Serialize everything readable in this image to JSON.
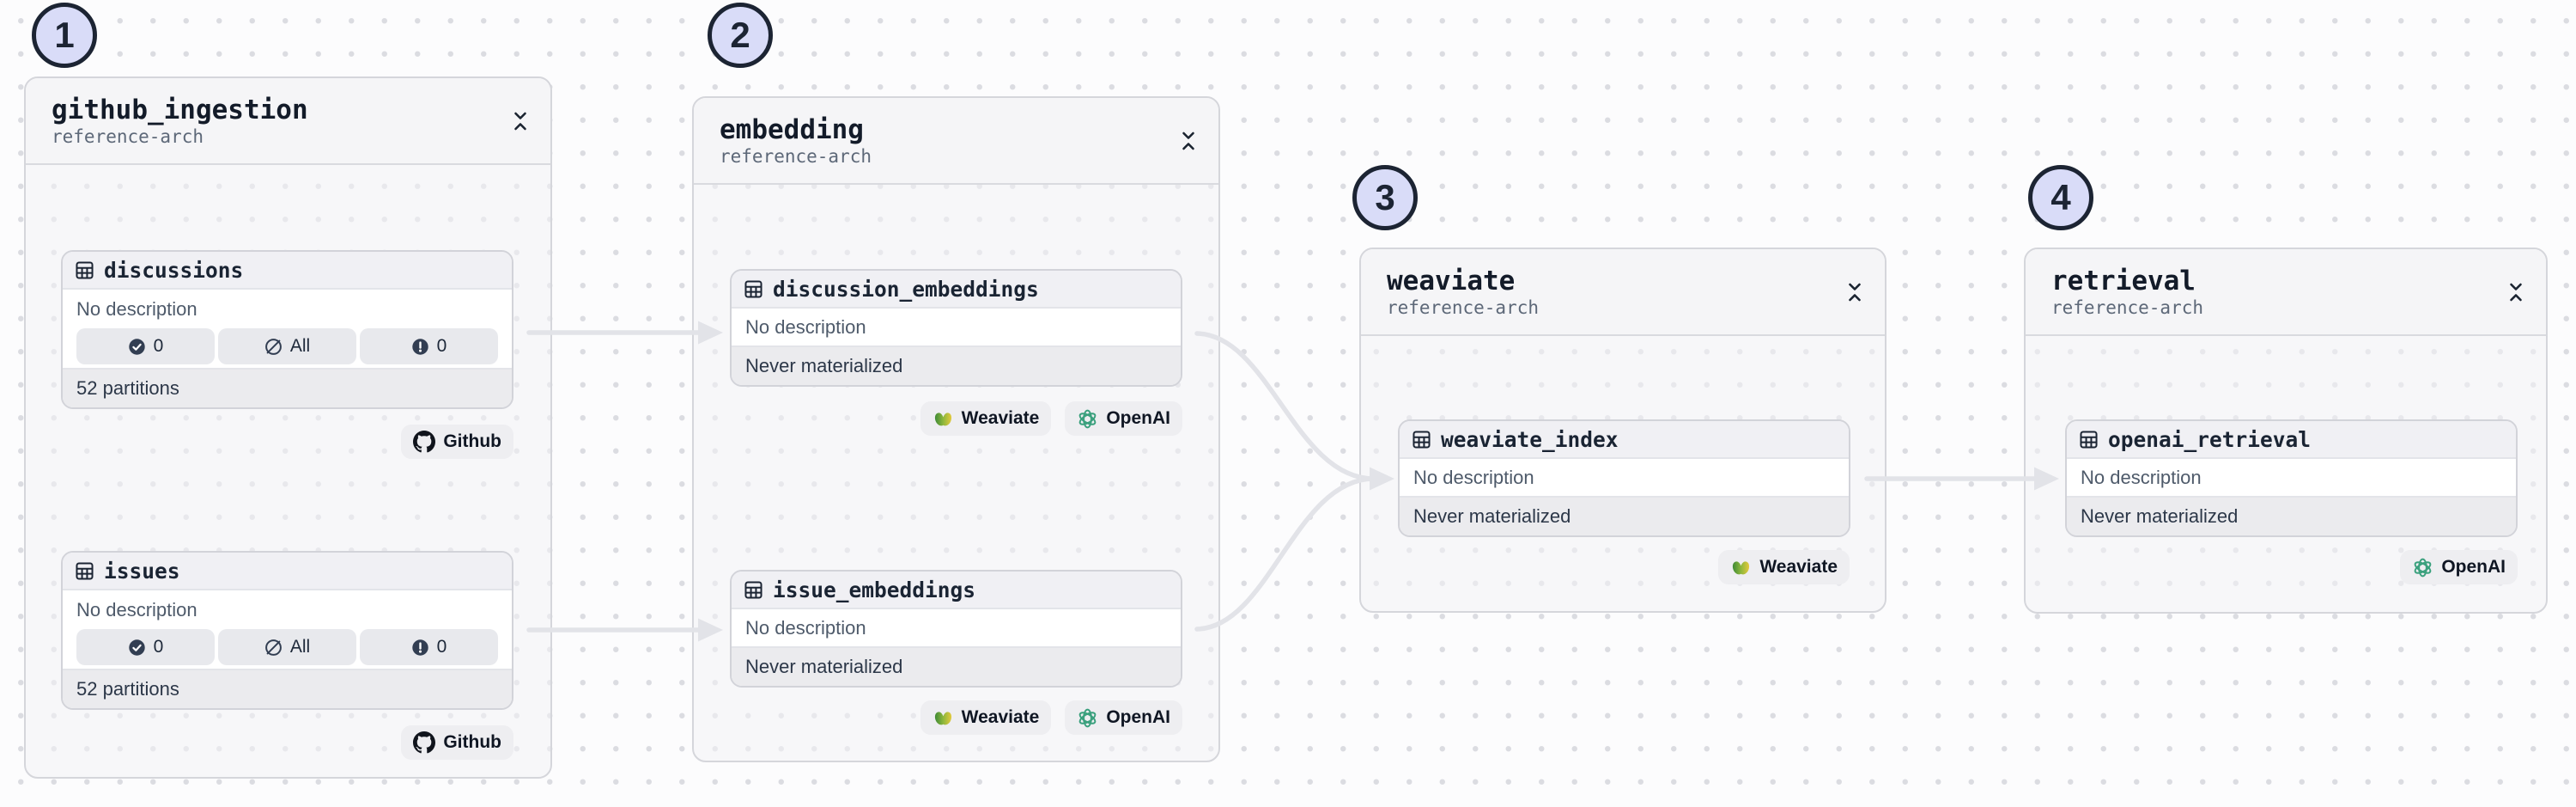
{
  "markers": [
    {
      "label": "1"
    },
    {
      "label": "2"
    },
    {
      "label": "3"
    },
    {
      "label": "4"
    }
  ],
  "groups": [
    {
      "title": "github_ingestion",
      "subtitle": "reference-arch"
    },
    {
      "title": "embedding",
      "subtitle": "reference-arch"
    },
    {
      "title": "weaviate",
      "subtitle": "reference-arch"
    },
    {
      "title": "retrieval",
      "subtitle": "reference-arch"
    }
  ],
  "assets": [
    {
      "name": "discussions",
      "description": "No description",
      "footer": "52 partitions",
      "badges": [
        {
          "icon": "check-circle",
          "label": "0"
        },
        {
          "icon": "slash-circle",
          "label": "All"
        },
        {
          "icon": "alert-circle",
          "label": "0"
        }
      ],
      "tags": [
        {
          "icon": "github",
          "label": "Github"
        }
      ]
    },
    {
      "name": "issues",
      "description": "No description",
      "footer": "52 partitions",
      "badges": [
        {
          "icon": "check-circle",
          "label": "0"
        },
        {
          "icon": "slash-circle",
          "label": "All"
        },
        {
          "icon": "alert-circle",
          "label": "0"
        }
      ],
      "tags": [
        {
          "icon": "github",
          "label": "Github"
        }
      ]
    },
    {
      "name": "discussion_embeddings",
      "description": "No description",
      "footer": "Never materialized",
      "tags": [
        {
          "icon": "weaviate",
          "label": "Weaviate"
        },
        {
          "icon": "openai",
          "label": "OpenAI"
        }
      ]
    },
    {
      "name": "issue_embeddings",
      "description": "No description",
      "footer": "Never materialized",
      "tags": [
        {
          "icon": "weaviate",
          "label": "Weaviate"
        },
        {
          "icon": "openai",
          "label": "OpenAI"
        }
      ]
    },
    {
      "name": "weaviate_index",
      "description": "No description",
      "footer": "Never materialized",
      "tags": [
        {
          "icon": "weaviate",
          "label": "Weaviate"
        }
      ]
    },
    {
      "name": "openai_retrieval",
      "description": "No description",
      "footer": "Never materialized",
      "tags": [
        {
          "icon": "openai",
          "label": "OpenAI"
        }
      ]
    }
  ],
  "colors": {
    "accent": "#1c2433",
    "marker_fill": "#d9dcf8",
    "edge": "#e2e3e8",
    "openai_green": "#3aa07d",
    "weaviate_green": "#4a8f3f",
    "weaviate_yellow": "#e8cf3e",
    "github_black": "#10141c"
  }
}
